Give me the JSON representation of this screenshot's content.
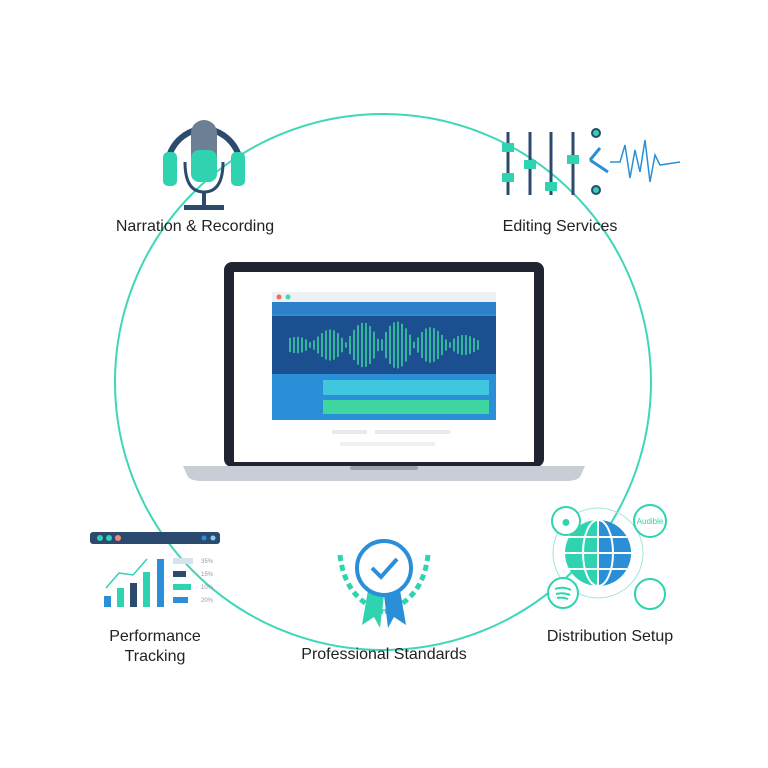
{
  "labels": {
    "narration": "Narration & Recording",
    "editing": "Editing Services",
    "performance_1": "Performance",
    "performance_2": "Tracking",
    "standards": "Professional Standards",
    "distribution": "Distribution Setup"
  },
  "chart_legend": [
    "35%",
    "15%",
    "10%",
    "20%"
  ],
  "platforms": [
    "Audible"
  ],
  "colors": {
    "teal": "#2fd3b0",
    "blue": "#2b8fd8",
    "navy": "#2c4a6e"
  }
}
